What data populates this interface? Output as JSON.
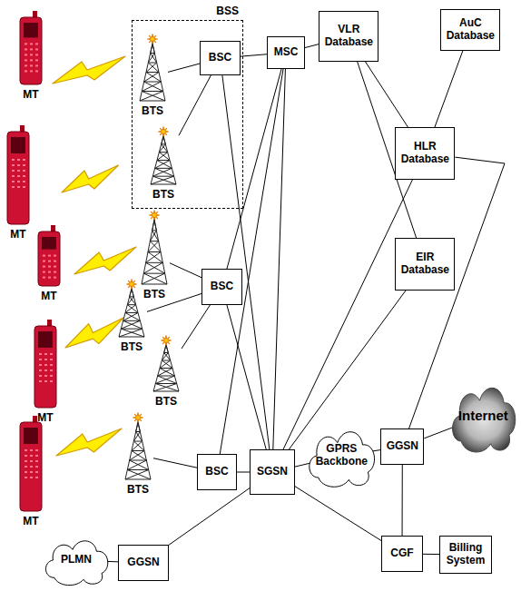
{
  "diagram": {
    "nodes": [
      {
        "text": [
          "BSS"
        ]
      },
      {
        "text": [
          "BTS"
        ],
        "in": 0
      },
      {
        "text": [
          "BTS"
        ],
        "in": 0
      },
      {
        "text": [
          "BSC"
        ],
        "in": 0
      },
      {
        "text": [
          "MSC"
        ]
      },
      {
        "text": [
          "VLR Database"
        ]
      },
      {
        "text": [
          "AuC Database"
        ]
      },
      {
        "text": [
          "HLR Database"
        ]
      },
      {
        "text": [
          "EIR Database"
        ]
      },
      {
        "text": [
          "BSC"
        ]
      },
      {
        "text": [
          "BTS"
        ]
      },
      {
        "text": [
          "BTS"
        ]
      },
      {
        "text": [
          "BTS"
        ]
      },
      {
        "text": [
          "BTS"
        ]
      },
      {
        "text": [
          "BSC"
        ]
      },
      {
        "text": [
          "SGSN"
        ]
      },
      {
        "text": [
          "GPRS Backbone"
        ]
      },
      {
        "text": [
          "GGSN"
        ]
      },
      {
        "text": [
          "Internet"
        ]
      },
      {
        "text": [
          "CGF"
        ]
      },
      {
        "text": [
          "Billing System"
        ]
      },
      {
        "text": [
          "PLMN"
        ]
      },
      {
        "text": [
          "GGSN"
        ]
      },
      {
        "text": [
          "MT"
        ]
      },
      {
        "text": [
          "MT"
        ]
      },
      {
        "text": [
          "MT"
        ]
      },
      {
        "text": [
          "MT"
        ]
      },
      {
        "text": [
          "MT"
        ]
      }
    ],
    "edges": [
      {
        "from": 1,
        "to": 3,
        "arrow": "none"
      },
      {
        "from": 2,
        "to": 3,
        "arrow": "none"
      },
      {
        "from": 3,
        "to": 4,
        "arrow": "none"
      },
      {
        "from": 3,
        "to": 15,
        "arrow": "none"
      },
      {
        "from": 4,
        "to": 5,
        "arrow": "none"
      },
      {
        "from": 4,
        "to": 9,
        "arrow": "none"
      },
      {
        "from": 4,
        "to": 14,
        "arrow": "none"
      },
      {
        "from": 4,
        "to": 15,
        "arrow": "none"
      },
      {
        "from": 5,
        "to": 7,
        "arrow": "none"
      },
      {
        "from": 5,
        "to": 8,
        "arrow": "none"
      },
      {
        "from": 6,
        "to": 7,
        "arrow": "none"
      },
      {
        "from": 7,
        "to": 15,
        "arrow": "none"
      },
      {
        "from": 8,
        "to": 15,
        "arrow": "none"
      },
      {
        "from": 7,
        "to": 17,
        "arrow": "none"
      },
      {
        "from": 10,
        "to": 9,
        "arrow": "none"
      },
      {
        "from": 11,
        "to": 9,
        "arrow": "none"
      },
      {
        "from": 12,
        "to": 9,
        "arrow": "none"
      },
      {
        "from": 9,
        "to": 15,
        "arrow": "none"
      },
      {
        "from": 13,
        "to": 14,
        "arrow": "none"
      },
      {
        "from": 14,
        "to": 15,
        "arrow": "none"
      },
      {
        "from": 15,
        "to": 16,
        "arrow": "none"
      },
      {
        "from": 16,
        "to": 17,
        "arrow": "none"
      },
      {
        "from": 17,
        "to": 18,
        "arrow": "none"
      },
      {
        "from": 17,
        "to": 19,
        "arrow": "none"
      },
      {
        "from": 19,
        "to": 20,
        "arrow": "none"
      },
      {
        "from": 15,
        "to": 19,
        "arrow": "none"
      },
      {
        "from": 15,
        "to": 22,
        "arrow": "none"
      },
      {
        "from": 22,
        "to": 21,
        "arrow": "none"
      }
    ]
  }
}
